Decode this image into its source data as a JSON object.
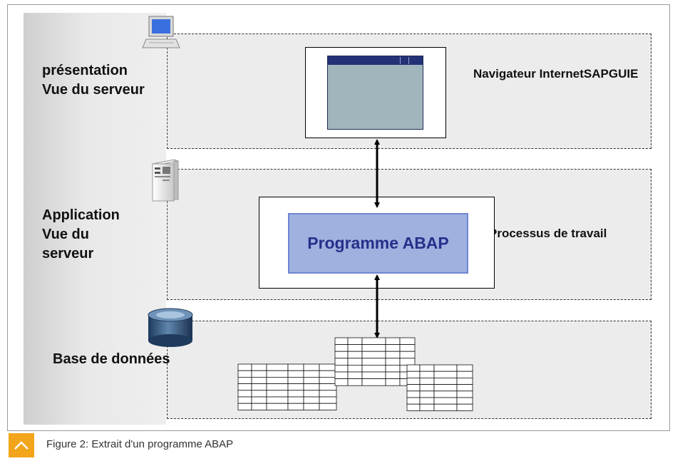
{
  "diagram": {
    "layers": [
      {
        "label_lines": [
          "présentation",
          "Vue du serveur"
        ],
        "side_label": "Navigateur InternetSAPGUIE"
      },
      {
        "label_lines": [
          "Application",
          "Vue du",
          "serveur"
        ],
        "side_label": "Processus de travail",
        "center_label": "Programme ABAP"
      },
      {
        "label_lines": [
          "Base de données"
        ]
      }
    ]
  },
  "footer": {
    "caption": "Figure 2: Extrait d'un programme ABAP"
  }
}
